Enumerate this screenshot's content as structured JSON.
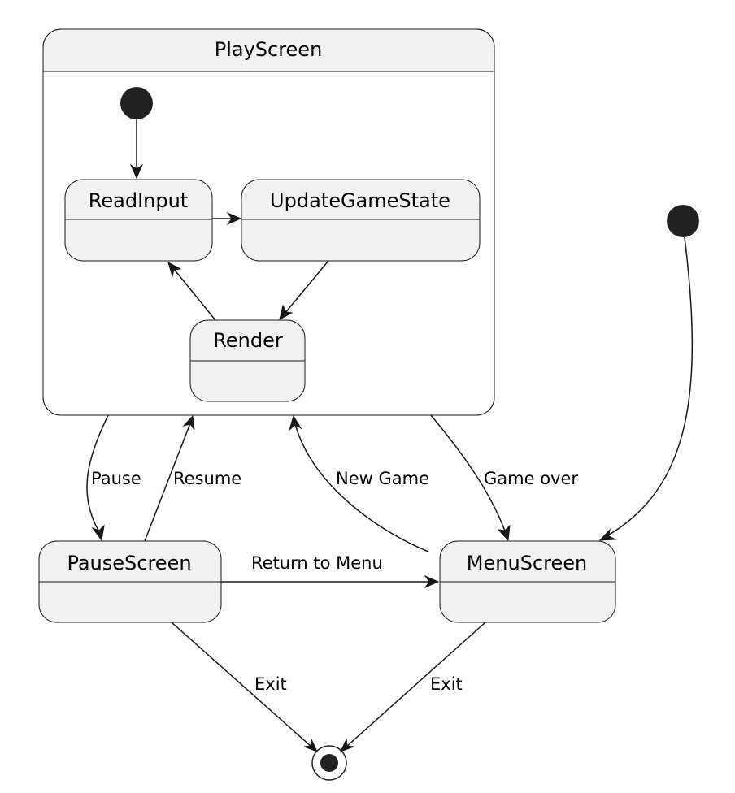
{
  "composite": {
    "title": "PlayScreen"
  },
  "states": {
    "read_input": "ReadInput",
    "update_game_state": "UpdateGameState",
    "render": "Render",
    "pause_screen": "PauseScreen",
    "menu_screen": "MenuScreen"
  },
  "transitions": {
    "pause": "Pause",
    "resume": "Resume",
    "new_game": "New Game",
    "game_over": "Game over",
    "return_to_menu": "Return to Menu",
    "exit_from_pause": "Exit",
    "exit_from_menu": "Exit"
  },
  "colors": {
    "state_fill": "#f1f1f1",
    "line": "#181818",
    "node": "#222222"
  }
}
